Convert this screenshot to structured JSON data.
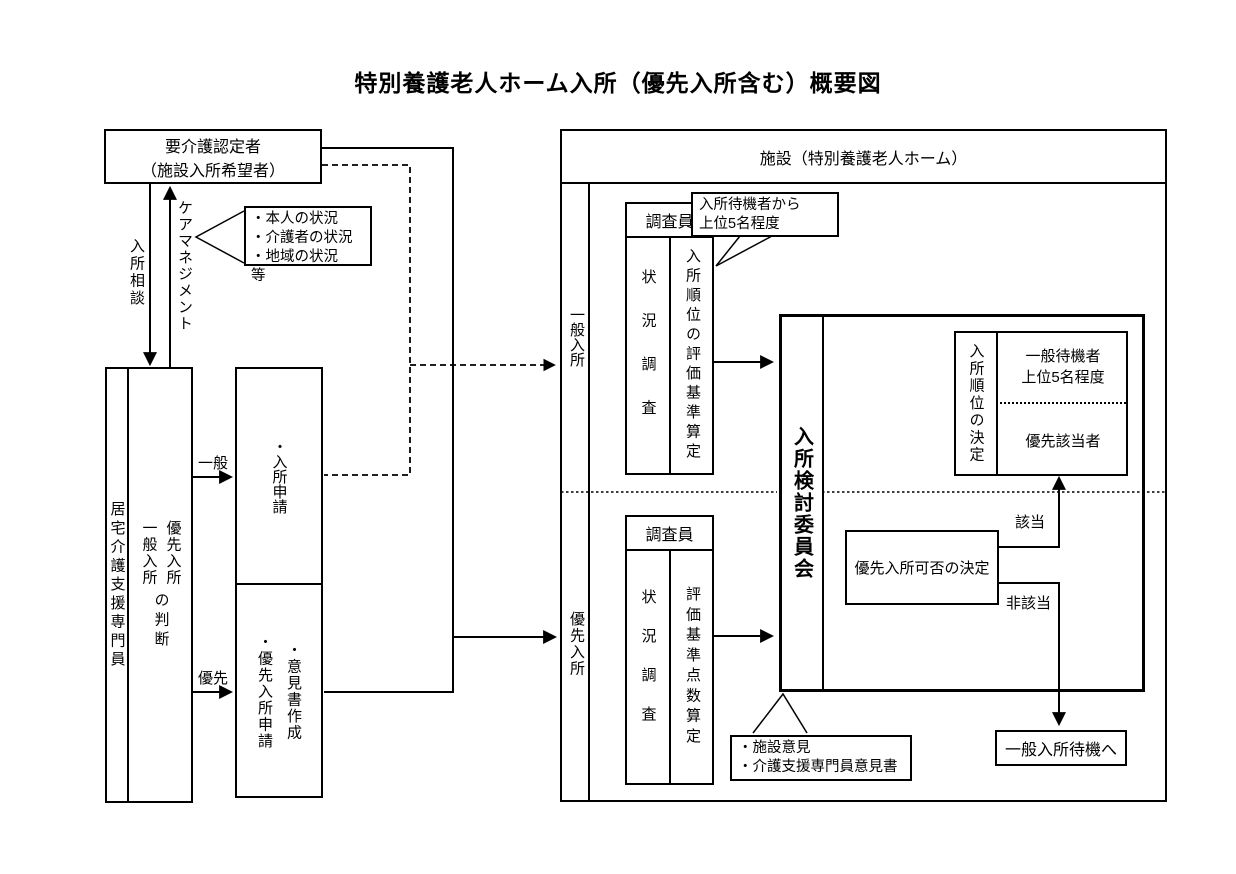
{
  "title": "特別養護老人ホーム入所（優先入所含む）概要図",
  "applicant_box": {
    "line1": "要介護認定者",
    "line2": "（施設入所希望者）"
  },
  "notes_box": {
    "items": [
      "・本人の状況",
      "・介護者の状況",
      "・地域の状況　等"
    ]
  },
  "labels": {
    "consult": "入所相談",
    "care_management": "ケアマネジメント",
    "ippan": "一般",
    "yusen": "優先",
    "gaito": "該当",
    "higaito": "非該当"
  },
  "care_manager_box": {
    "side_label": "居宅介護支援専門員",
    "col_general": "一般入所",
    "col_priority": "優先入所",
    "judgement": "の判断"
  },
  "application_box": {
    "general": "・入所申請",
    "priority_apply": "・優先入所申請",
    "priority_opinion": "・意見書作成"
  },
  "facility": {
    "title": "施設（特別養護老人ホーム）",
    "lane_general": "一般入所",
    "lane_priority": "優先入所",
    "surveyor_general": {
      "header": "調査員",
      "left": "状況調査",
      "right": "入所順位の評価基準算定"
    },
    "surveyor_priority": {
      "header": "調査員",
      "left": "状況調査",
      "right": "評価基準点数算定"
    },
    "callout_top": {
      "line1": "入所待機者から",
      "line2": "上位5名程度"
    },
    "callout_bottom": {
      "items": [
        "・施設意見",
        "・介護支援専門員意見書"
      ]
    },
    "committee": {
      "label": "入所検討委員会",
      "ranking": {
        "side": "入所順位の決定",
        "top_line1": "一般待機者",
        "top_line2": "上位5名程度",
        "bottom": "優先該当者"
      },
      "priority_decision": "優先入所可否の決定"
    },
    "waiting_box": "一般入所待機へ"
  },
  "colors": {
    "line": "#000000",
    "background": "#ffffff"
  }
}
